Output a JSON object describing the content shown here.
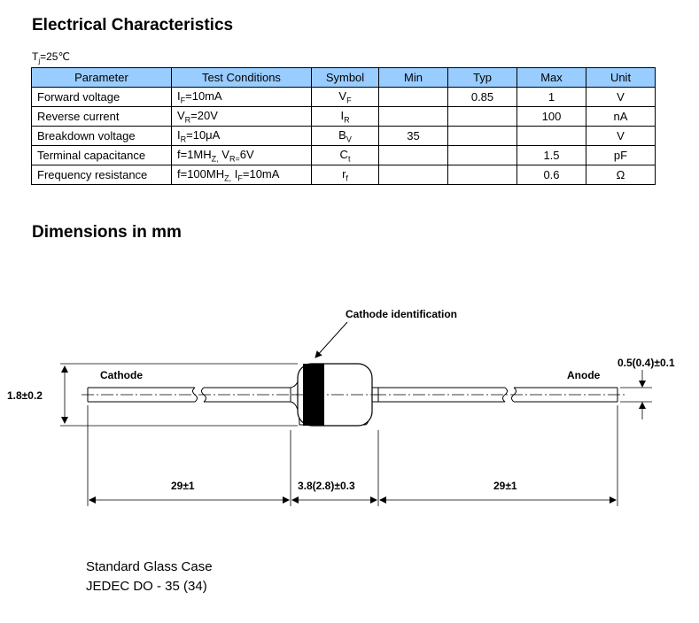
{
  "headings": {
    "electrical": "Electrical Characteristics",
    "dimensions": "Dimensions in mm"
  },
  "condition": {
    "symbol": "T",
    "sub": "j",
    "value": "=25℃"
  },
  "table": {
    "headers": [
      "Parameter",
      "Test Conditions",
      "Symbol",
      "Min",
      "Typ",
      "Max",
      "Unit"
    ],
    "rows": [
      {
        "parameter": "Forward voltage",
        "cond": [
          [
            "I",
            "F",
            "=10mA"
          ]
        ],
        "symbol": [
          "V",
          "F"
        ],
        "min": "",
        "typ": "0.85",
        "max": "1",
        "unit": "V"
      },
      {
        "parameter": "Reverse current",
        "cond": [
          [
            "V",
            "R",
            "=20V"
          ]
        ],
        "symbol": [
          "I",
          "R"
        ],
        "min": "",
        "typ": "",
        "max": "100",
        "unit": "nA"
      },
      {
        "parameter": "Breakdown voltage",
        "cond": [
          [
            "I",
            "R",
            "=10μA"
          ]
        ],
        "symbol": [
          "B",
          "V"
        ],
        "min": "35",
        "typ": "",
        "max": "",
        "unit": "V"
      },
      {
        "parameter": "Terminal capacitance",
        "cond": [
          [
            "f=1MH",
            "Z,",
            " "
          ],
          [
            "V",
            "R=",
            "6V"
          ]
        ],
        "symbol": [
          "C",
          "t"
        ],
        "min": "",
        "typ": "",
        "max": "1.5",
        "unit": "pF"
      },
      {
        "parameter": "Frequency resistance",
        "cond": [
          [
            "f=100MH",
            "Z,",
            " "
          ],
          [
            "I",
            "F",
            "=10mA"
          ]
        ],
        "symbol": [
          "r",
          "f"
        ],
        "min": "",
        "typ": "",
        "max": "0.6",
        "unit": "Ω"
      }
    ]
  },
  "drawing": {
    "cathode_id": "Cathode identification",
    "cathode": "Cathode",
    "anode": "Anode",
    "lead_dia": "0.5(0.4)±0.1",
    "body_dia": "1.8±0.2",
    "lead_left": "29±1",
    "body_len": "3.8(2.8)±0.3",
    "lead_right": "29±1"
  },
  "case": {
    "line1": "Standard Glass Case",
    "line2": "JEDEC DO - 35 (34)"
  },
  "colors": {
    "header_bg": "#99ccff",
    "band": "#000000"
  }
}
